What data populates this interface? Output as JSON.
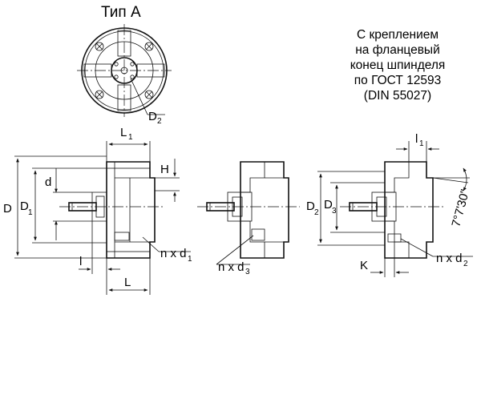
{
  "title": "Тип А",
  "note_lines": [
    "С креплением",
    "на фланцевый",
    "конец шпинделя",
    "по ГОСТ 12593",
    "(DIN 55027)"
  ],
  "labels": {
    "D2_top": {
      "main": "D",
      "sub": "2"
    },
    "L1": {
      "main": "L",
      "sub": "1"
    },
    "H": "H",
    "D": "D",
    "D1": {
      "main": "D",
      "sub": "1"
    },
    "d": "d",
    "nxd1": {
      "main": "n x d",
      "sub": "1"
    },
    "l": "l",
    "L": "L",
    "nxd3": {
      "main": "n x d",
      "sub": "3"
    },
    "l1": {
      "main": "l",
      "sub": "1"
    },
    "D2": {
      "main": "D",
      "sub": "2"
    },
    "D3": {
      "main": "D",
      "sub": "3"
    },
    "angle": "7°7'30\"",
    "K": "K",
    "nxd2": {
      "main": "n x d",
      "sub": "2"
    }
  }
}
